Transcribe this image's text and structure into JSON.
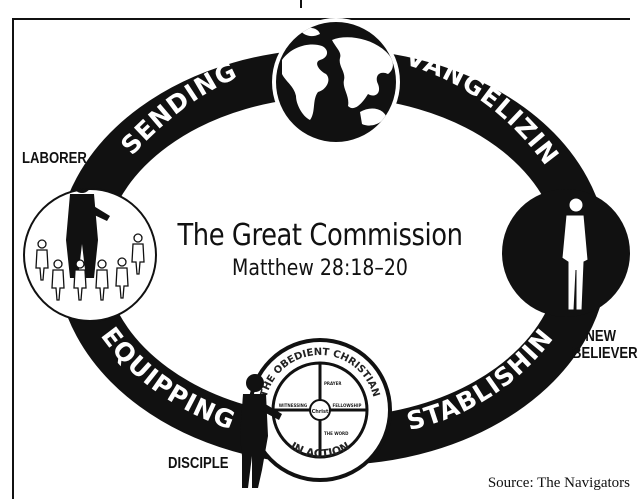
{
  "diagram": {
    "title": "The Great Commission",
    "subtitle": "Matthew 28:18–20",
    "source": "Source: The Navigators",
    "ring_segments": [
      "EVANGELIZING",
      "ESTABLISHING",
      "EQUIPPING",
      "SENDING"
    ],
    "roles": {
      "laborer": "LABORER",
      "new_believer": "NEW BELIEVER",
      "disciple": "DISCIPLE"
    },
    "badge": {
      "top": "THE OBEDIENT CHRISTIAN",
      "bottom": "IN ACTION",
      "center": "Christ",
      "left": "WITNESSING",
      "right": "FELLOWSHIP",
      "upper": "PRAYER",
      "lower": "THE WORD"
    }
  }
}
